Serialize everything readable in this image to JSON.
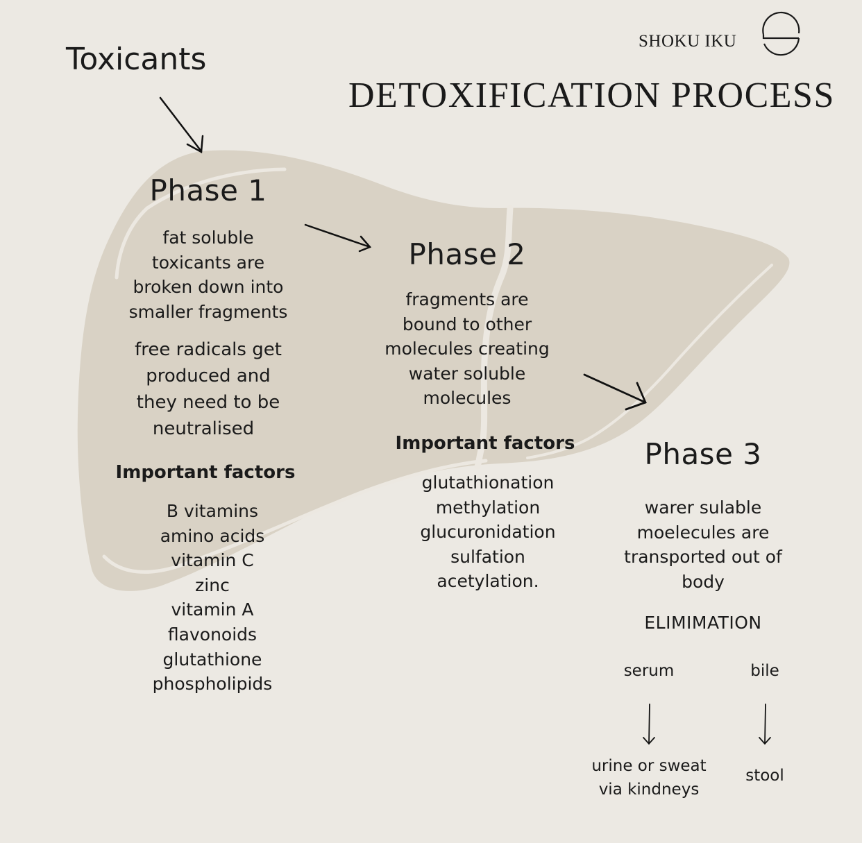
{
  "brand": {
    "name": "SHOKU IKU",
    "logo_icon": "half-circle-s-logo-icon"
  },
  "title": "DETOXIFICATION PROCESS",
  "entry_label": "Toxicants",
  "colors": {
    "background": "#ECE9E3",
    "liver": "#D9D2C5",
    "liver_line": "#EEEAE3",
    "text": "#1a1a1a"
  },
  "phase1": {
    "title": "Phase 1",
    "description": [
      "fat soluble",
      "toxicants are",
      "broken down into",
      "smaller fragments"
    ],
    "note": [
      "free radicals get",
      "produced and",
      "they need to be",
      "neutralised"
    ],
    "factors_title": "Important factors",
    "factors": [
      "B vitamins",
      "amino acids",
      "vitamin C",
      "zinc",
      "vitamin A",
      "flavonoids",
      "glutathione",
      "phospholipids"
    ]
  },
  "phase2": {
    "title": "Phase 2",
    "description": [
      "fragments are",
      "bound to other",
      "molecules creating",
      "water soluble",
      "molecules"
    ],
    "factors_title": "Important factors",
    "factors": [
      "glutathionation",
      "methylation",
      "glucuronidation",
      "sulfation",
      "acetylation."
    ]
  },
  "phase3": {
    "title": "Phase 3",
    "description": [
      "warer sulable",
      "moelecules are",
      "transported out of",
      "body"
    ],
    "elimination_title": "ELIMIMATION",
    "routes": [
      {
        "source": "serum",
        "destination": [
          "urine or sweat",
          "via kindneys"
        ]
      },
      {
        "source": "bile",
        "destination": [
          "stool"
        ]
      }
    ]
  }
}
